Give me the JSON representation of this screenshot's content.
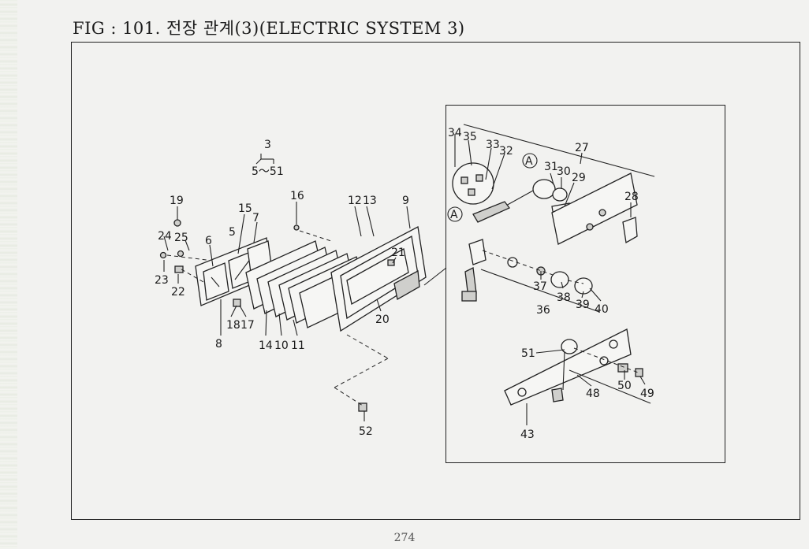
{
  "figure": {
    "title": "FIG : 101. 전장 관계(3)(ELECTRIC SYSTEM 3)",
    "page_number": "274"
  },
  "callouts": {
    "p3": "3",
    "p5_51": "5～51",
    "p19": "19",
    "p16": "16",
    "p15": "15",
    "p7": "7",
    "p12": "12",
    "p13": "13",
    "p9": "9",
    "p24": "24",
    "p25": "25",
    "p6": "6",
    "p5": "5",
    "p21": "21",
    "p23": "23",
    "p22": "22",
    "p18": "18",
    "p17": "17",
    "p20": "20",
    "p8": "8",
    "p14": "14",
    "p10": "10",
    "p11": "11",
    "p52": "52",
    "p34": "34",
    "p35": "35",
    "p33": "33",
    "p32": "32",
    "p27": "27",
    "p31": "31",
    "p30": "30",
    "p29": "29",
    "p28": "28",
    "p37": "37",
    "p38": "38",
    "p39": "39",
    "p40": "40",
    "p36": "36",
    "p51": "51",
    "p50": "50",
    "p49": "49",
    "p48": "48",
    "p43": "43",
    "ref_a1": "A",
    "ref_a2": "A"
  }
}
